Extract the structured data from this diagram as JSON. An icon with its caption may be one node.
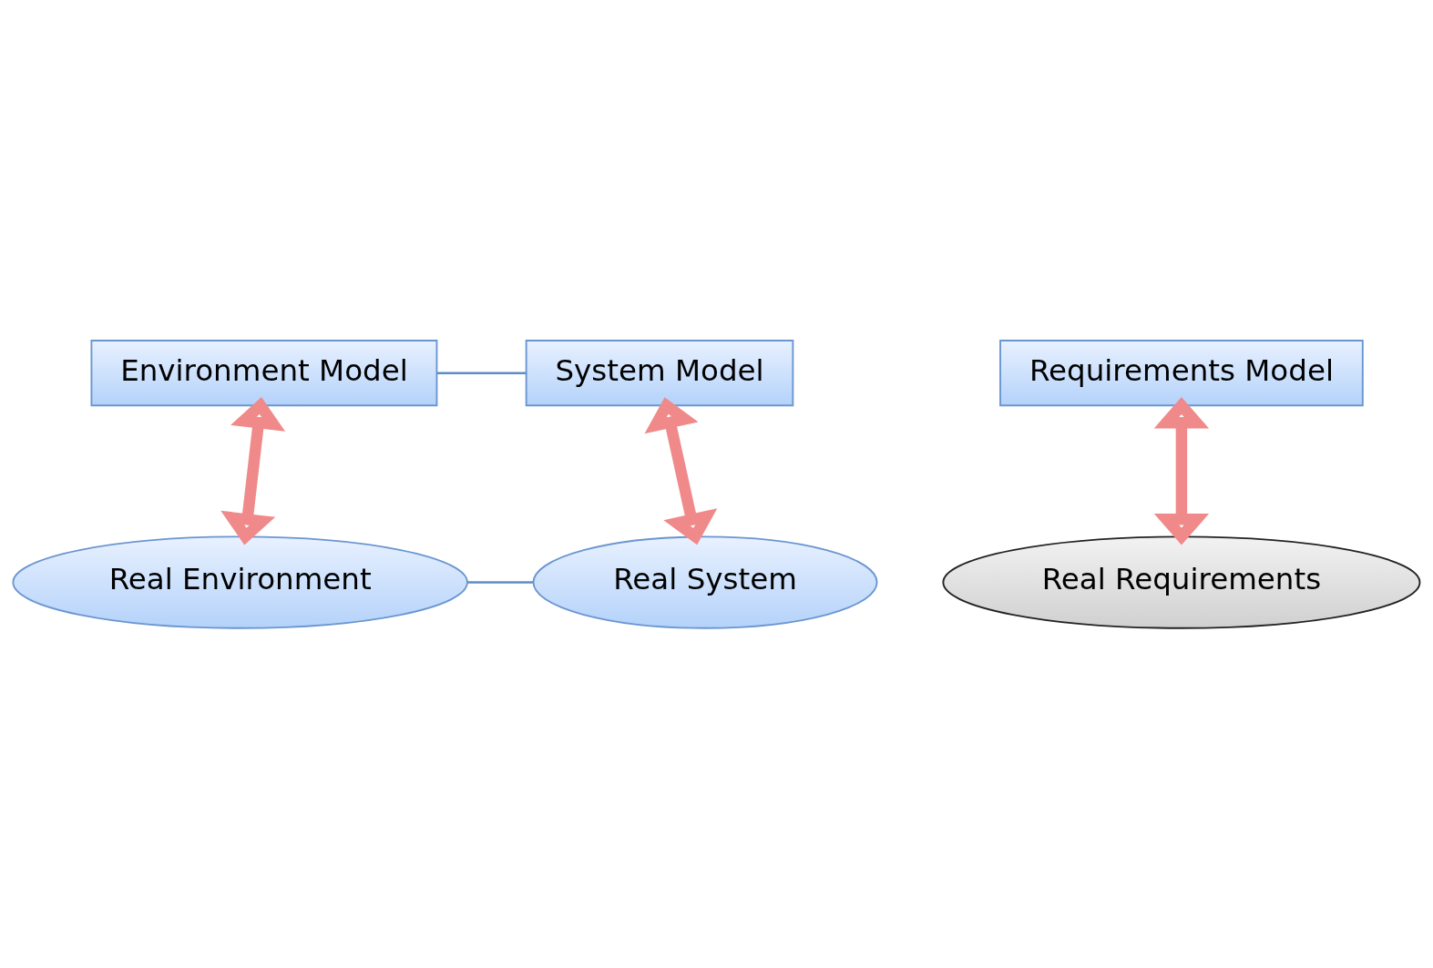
{
  "diagram": {
    "nodes": [
      {
        "text": [
          "Environment Model"
        ]
      },
      {
        "text": [
          "Requirements Model"
        ]
      },
      {
        "text": [
          "System Model"
        ]
      },
      {
        "text": [
          "Real Requirements"
        ]
      },
      {
        "text": [
          "Real Environment"
        ]
      },
      {
        "text": [
          "Real System"
        ]
      }
    ],
    "edges": [
      {
        "from": 0,
        "to": 2,
        "arrow": "none",
        "color": "#5b8ec8"
      },
      {
        "from": 0,
        "to": 4,
        "arrow": "both"
      },
      {
        "from": 1,
        "to": 3,
        "arrow": "both"
      },
      {
        "from": 2,
        "to": 5,
        "arrow": "both"
      },
      {
        "from": 4,
        "to": 5,
        "arrow": "none",
        "color": "#5b8ec8"
      }
    ]
  }
}
